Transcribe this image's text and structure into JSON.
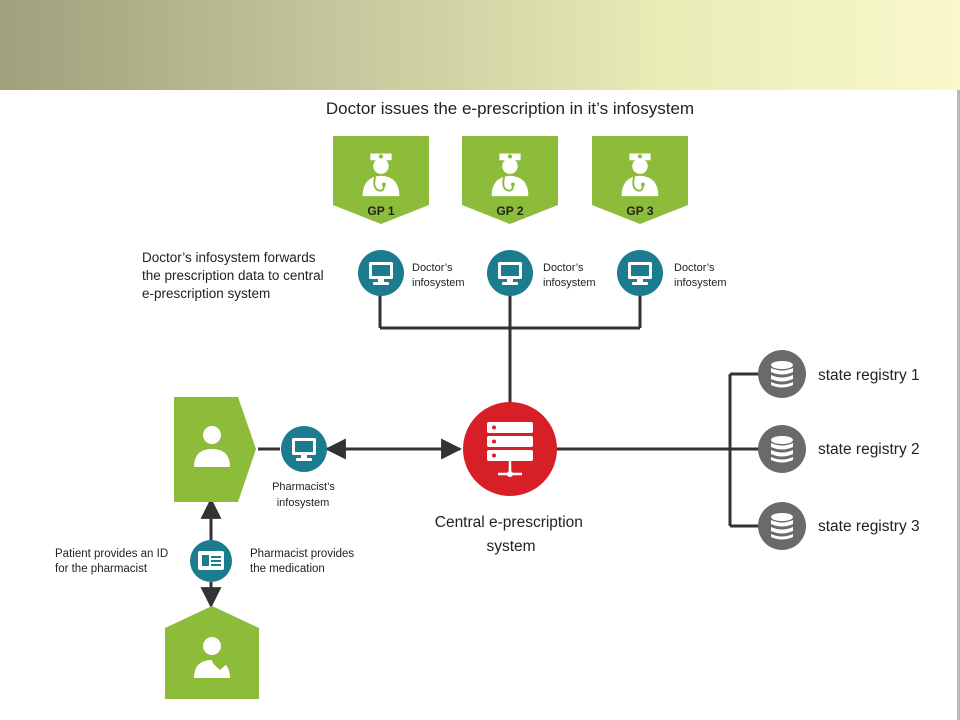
{
  "title": "Doctor issues the e-prescription in it’s infosystem",
  "forward_note": [
    "Doctor’s infosystem forwards",
    "the prescription data to central",
    "e-prescription system"
  ],
  "doctors": [
    {
      "label": "GP 1",
      "system_label": [
        "Doctor’s",
        "infosystem"
      ]
    },
    {
      "label": "GP 2",
      "system_label": [
        "Doctor’s",
        "infosystem"
      ]
    },
    {
      "label": "GP 3",
      "system_label": [
        "Doctor’s",
        "infosystem"
      ]
    }
  ],
  "central": {
    "label": [
      "Central e-prescription",
      "system"
    ]
  },
  "pharmacist_system": [
    "Pharmacist’s",
    "infosystem"
  ],
  "patient_note": [
    "Patient provides an ID",
    "for the pharmacist"
  ],
  "pharmacist_note": [
    "Pharmacist provides",
    "the medication"
  ],
  "registries": [
    "state registry 1",
    "state registry 2",
    "state registry 3"
  ],
  "colors": {
    "green": "#8dbb3a",
    "teal": "#1b7b8f",
    "red": "#d71f27",
    "gray": "#6a6a6a",
    "line": "#333333"
  },
  "icons": {
    "doctor": "doctor-icon",
    "computer": "computer-icon",
    "server": "server-icon",
    "database": "database-icon",
    "person": "person-icon",
    "id-card": "id-card-icon"
  }
}
